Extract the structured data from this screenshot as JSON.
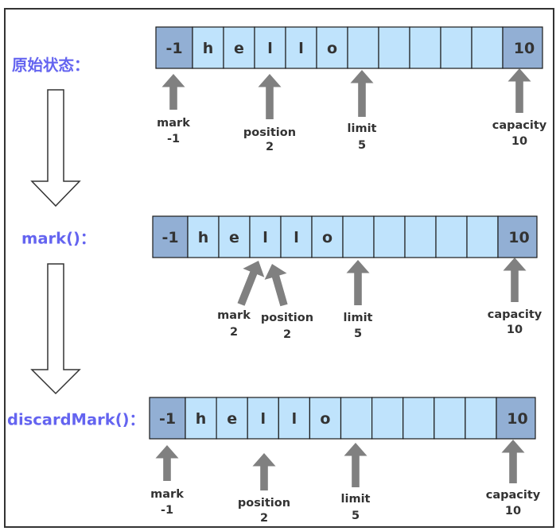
{
  "steps": [
    {
      "label": "原始状态：",
      "cells": [
        {
          "text": "-1",
          "kind": "meta"
        },
        {
          "text": "h",
          "kind": "data"
        },
        {
          "text": "e",
          "kind": "data"
        },
        {
          "text": "l",
          "kind": "data"
        },
        {
          "text": "l",
          "kind": "data"
        },
        {
          "text": "o",
          "kind": "data"
        },
        {
          "text": "",
          "kind": "data"
        },
        {
          "text": "",
          "kind": "data"
        },
        {
          "text": "",
          "kind": "data"
        },
        {
          "text": "",
          "kind": "data"
        },
        {
          "text": "",
          "kind": "data"
        },
        {
          "text": "10",
          "kind": "meta"
        }
      ],
      "pointers": [
        {
          "name": "mark",
          "value": "-1"
        },
        {
          "name": "position",
          "value": "2"
        },
        {
          "name": "limit",
          "value": "5"
        },
        {
          "name": "capacity",
          "value": "10"
        }
      ]
    },
    {
      "label": "mark()：",
      "cells": [
        {
          "text": "-1",
          "kind": "meta"
        },
        {
          "text": "h",
          "kind": "data"
        },
        {
          "text": "e",
          "kind": "data"
        },
        {
          "text": "l",
          "kind": "data"
        },
        {
          "text": "l",
          "kind": "data"
        },
        {
          "text": "o",
          "kind": "data"
        },
        {
          "text": "",
          "kind": "data"
        },
        {
          "text": "",
          "kind": "data"
        },
        {
          "text": "",
          "kind": "data"
        },
        {
          "text": "",
          "kind": "data"
        },
        {
          "text": "",
          "kind": "data"
        },
        {
          "text": "10",
          "kind": "meta"
        }
      ],
      "pointers": [
        {
          "name": "mark",
          "value": "2"
        },
        {
          "name": "position",
          "value": "2"
        },
        {
          "name": "limit",
          "value": "5"
        },
        {
          "name": "capacity",
          "value": "10"
        }
      ]
    },
    {
      "label": "discardMark()：",
      "cells": [
        {
          "text": "-1",
          "kind": "meta"
        },
        {
          "text": "h",
          "kind": "data"
        },
        {
          "text": "e",
          "kind": "data"
        },
        {
          "text": "l",
          "kind": "data"
        },
        {
          "text": "l",
          "kind": "data"
        },
        {
          "text": "o",
          "kind": "data"
        },
        {
          "text": "",
          "kind": "data"
        },
        {
          "text": "",
          "kind": "data"
        },
        {
          "text": "",
          "kind": "data"
        },
        {
          "text": "",
          "kind": "data"
        },
        {
          "text": "",
          "kind": "data"
        },
        {
          "text": "10",
          "kind": "meta"
        }
      ],
      "pointers": [
        {
          "name": "mark",
          "value": "-1"
        },
        {
          "name": "position",
          "value": "2"
        },
        {
          "name": "limit",
          "value": "5"
        },
        {
          "name": "capacity",
          "value": "10"
        }
      ]
    }
  ],
  "colors": {
    "step_label": "#6464f0",
    "meta_cell": "#92afd4",
    "data_cell": "#bfe3fc",
    "cell_border": "#1a1a1a",
    "pointer_arrow": "#808080",
    "text": "#333333",
    "frame": "#333333",
    "flow_arrow_stroke": "#333333"
  }
}
